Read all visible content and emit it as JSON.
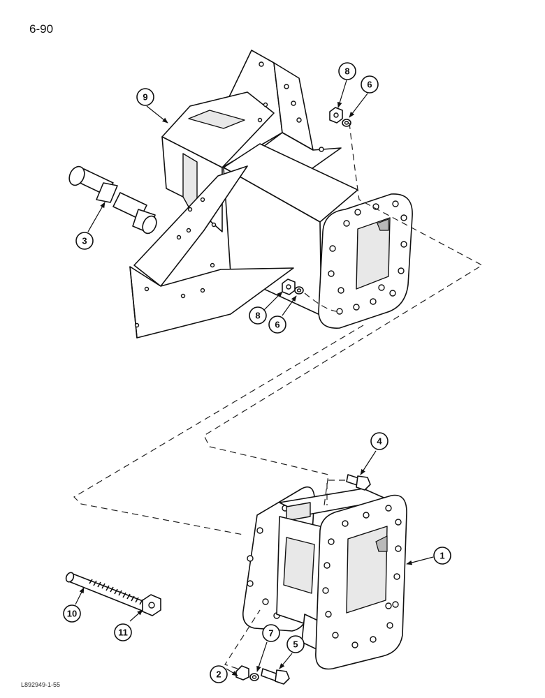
{
  "page": {
    "number": "6-90",
    "figure_code": "L892949-1-55"
  },
  "callouts": {
    "c1": "1",
    "c2": "2",
    "c3": "3",
    "c4": "4",
    "c5": "5",
    "c6_upper": "6",
    "c6_lower": "6",
    "c7": "7",
    "c8_upper": "8",
    "c8_lower": "8",
    "c9": "9",
    "c10": "10",
    "c11": "11"
  }
}
